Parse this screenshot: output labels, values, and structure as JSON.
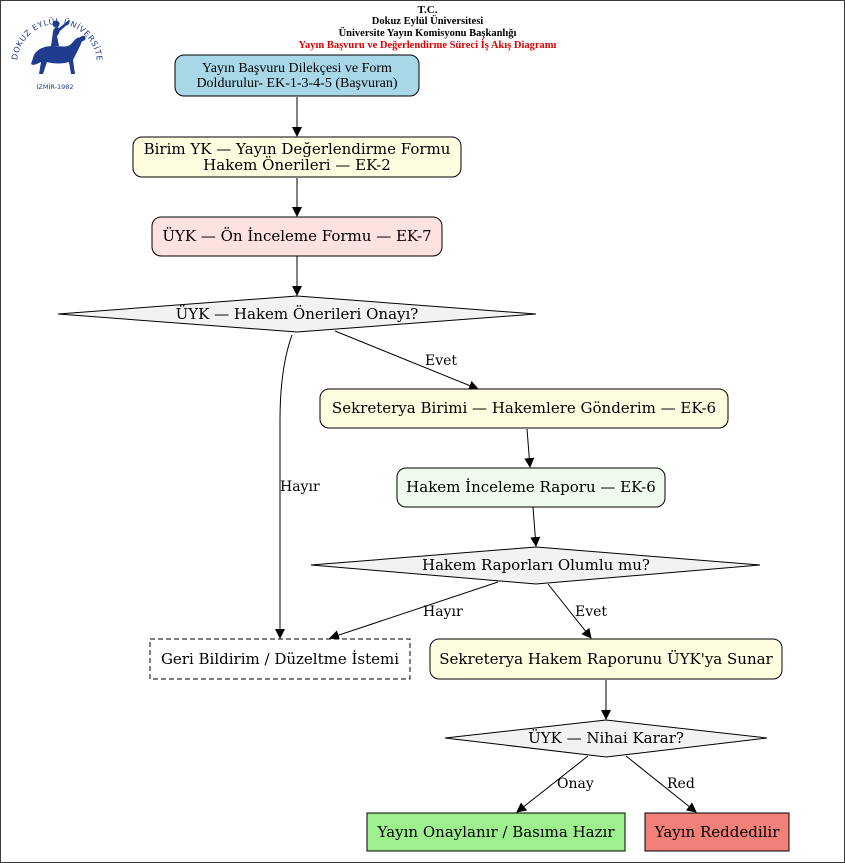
{
  "header": {
    "line1": "T.C.",
    "line2": "Dokuz Eylül Üniversitesi",
    "line3": "Üniversite Yayın Komisyonu Başkanlığı",
    "line4": "Yayın Başvuru ve Değerlendirme Süreci İş Akış Diagramı"
  },
  "logo": {
    "ring_text": "DOKUZ EYLÜL ÜNİVERSİTESİ",
    "year_text": "İZMİR-1982",
    "color": "#1f3c8f"
  },
  "colors": {
    "start": "#a8d8e8",
    "process_yellow": "#fffde0",
    "process_pink": "#fde2df",
    "process_green": "#effbec",
    "decision": "#f2f2f2",
    "approve": "#9ef08f",
    "reject": "#f08078",
    "title_red": "#e00000"
  },
  "nodes": {
    "apply": {
      "line1": "Yayın Başvuru Dilekçesi ve Form",
      "line2": "Doldurulur- EK-1-3-4-5 (Başvuran)"
    },
    "unit_yk": {
      "line1": "Birim YK — Yayın Değerlendirme Formu",
      "line2": "Hakem Önerileri — EK-2"
    },
    "preliminary": {
      "label": "ÜYK — Ön İnceleme Formu — EK-7"
    },
    "referee_approval": {
      "label": "ÜYK — Hakem Önerileri Onayı?"
    },
    "send_referees": {
      "label": "Sekreterya Birimi — Hakemlere Gönderim — EK-6"
    },
    "referee_report": {
      "label": "Hakem İnceleme Raporu — EK-6"
    },
    "reports_positive": {
      "label": "Hakem Raporları Olumlu mu?"
    },
    "feedback": {
      "label": "Geri Bildirim / Düzeltme İstemi"
    },
    "present_report": {
      "label": "Sekreterya Hakem Raporunu ÜYK'ya Sunar"
    },
    "final_decision": {
      "label": "ÜYK — Nihai Karar?"
    },
    "approved": {
      "label": "Yayın Onaylanır / Basıma Hazır"
    },
    "rejected": {
      "label": "Yayın Reddedilir"
    }
  },
  "edge_labels": {
    "yes1": "Evet",
    "no1": "Hayır",
    "no2": "Hayır",
    "yes2": "Evet",
    "approve": "Onay",
    "reject": "Red"
  }
}
